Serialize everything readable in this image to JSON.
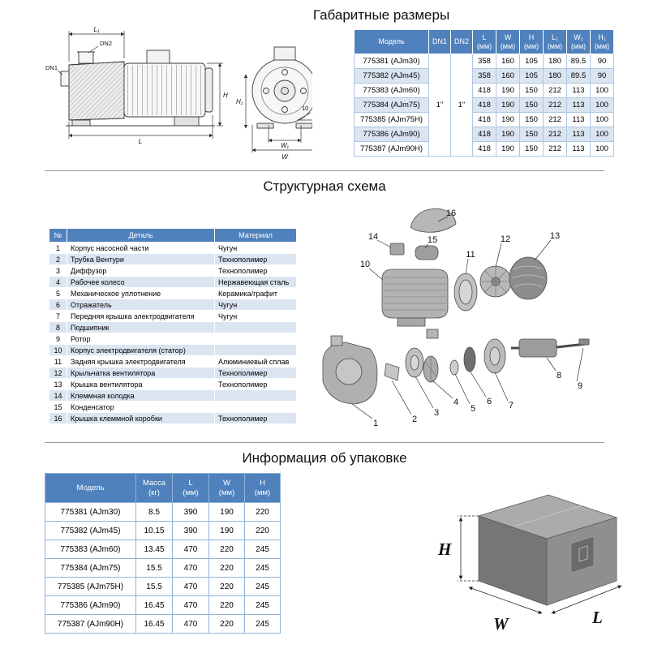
{
  "colors": {
    "header_bg": "#4f81bd",
    "row_alt": "#dbe5f1",
    "border": "#95b3d7"
  },
  "sections": {
    "dimensions": {
      "title": "Габаритные размеры",
      "drawing": {
        "l1": "L₁",
        "dn2": "DN2",
        "dn1": "DN1",
        "h": "H",
        "h1": "H₁",
        "l": "L",
        "w1": "W₁",
        "w": "W",
        "angle": "10"
      },
      "table": {
        "headers": {
          "model": "Модель",
          "dn1": "DN1",
          "dn2": "DN2",
          "l": "L\n(мм)",
          "w": "W\n(мм)",
          "h": "H\n(мм)",
          "l1": "L₁\n(мм)",
          "w1": "W₁\n(мм)",
          "h1": "H₁\n(мм)"
        },
        "rows": [
          {
            "model": "775381 (AJm30)",
            "dn1": "1\"",
            "dn2": "1\"",
            "l": "358",
            "w": "160",
            "h": "105",
            "l1": "180",
            "w1": "89.5",
            "h1": "90"
          },
          {
            "model": "775382 (AJm45)",
            "l": "358",
            "w": "160",
            "h": "105",
            "l1": "180",
            "w1": "89.5",
            "h1": "90"
          },
          {
            "model": "775383 (AJm60)",
            "l": "418",
            "w": "190",
            "h": "150",
            "l1": "212",
            "w1": "113",
            "h1": "100"
          },
          {
            "model": "775384 (AJm75)",
            "l": "418",
            "w": "190",
            "h": "150",
            "l1": "212",
            "w1": "113",
            "h1": "100"
          },
          {
            "model": "775385 (AJm75H)",
            "l": "418",
            "w": "190",
            "h": "150",
            "l1": "212",
            "w1": "113",
            "h1": "100"
          },
          {
            "model": "775386 (AJm90)",
            "l": "418",
            "w": "190",
            "h": "150",
            "l1": "212",
            "w1": "113",
            "h1": "100"
          },
          {
            "model": "775387 (AJm90H)",
            "l": "418",
            "w": "190",
            "h": "150",
            "l1": "212",
            "w1": "113",
            "h1": "100"
          }
        ]
      }
    },
    "structure": {
      "title": "Структурная схема",
      "table": {
        "headers": {
          "num": "№",
          "part": "Деталь",
          "material": "Материал"
        },
        "rows": [
          {
            "num": "1",
            "part": "Корпус насосной части",
            "material": "Чугун"
          },
          {
            "num": "2",
            "part": "Трубка Вентури",
            "material": "Технополимер"
          },
          {
            "num": "3",
            "part": "Диффузор",
            "material": "Технополимер"
          },
          {
            "num": "4",
            "part": "Рабочее колесо",
            "material": "Нержавеющая сталь"
          },
          {
            "num": "5",
            "part": "Механическое уплотнение",
            "material": "Керамика/графит"
          },
          {
            "num": "6",
            "part": "Отражатель",
            "material": "Чугун"
          },
          {
            "num": "7",
            "part": "Передняя крышка электродвигателя",
            "material": "Чугун"
          },
          {
            "num": "8",
            "part": "Подшипник",
            "material": ""
          },
          {
            "num": "9",
            "part": "Ротор",
            "material": ""
          },
          {
            "num": "10",
            "part": "Корпус электродвигателя (статор)",
            "material": ""
          },
          {
            "num": "11",
            "part": "Задняя крышка электродвигателя",
            "material": "Алюминиевый сплав"
          },
          {
            "num": "12",
            "part": "Крыльчатка вентилятора",
            "material": "Технополимер"
          },
          {
            "num": "13",
            "part": "Крышка вентилятора",
            "material": "Технополимер"
          },
          {
            "num": "14",
            "part": "Клеммная колодка",
            "material": ""
          },
          {
            "num": "15",
            "part": "Конденсатор",
            "material": ""
          },
          {
            "num": "16",
            "part": "Крышка клеммной коробки",
            "material": "Технополимер"
          }
        ]
      },
      "callouts": {
        "c1": "1",
        "c2": "2",
        "c3": "3",
        "c4": "4",
        "c5": "5",
        "c6": "6",
        "c7": "7",
        "c8": "8",
        "c9": "9",
        "c10": "10",
        "c11": "11",
        "c12": "12",
        "c13": "13",
        "c14": "14",
        "c15": "15",
        "c16": "16"
      }
    },
    "packaging": {
      "title": "Информация об упаковке",
      "table": {
        "headers": {
          "model": "Модель",
          "mass": "Масса\n(кг)",
          "l": "L\n(мм)",
          "w": "W\n(мм)",
          "h": "H\n(мм)"
        },
        "rows": [
          {
            "model": "775381 (AJm30)",
            "mass": "8.5",
            "l": "390",
            "w": "190",
            "h": "220"
          },
          {
            "model": "775382 (AJm45)",
            "mass": "10.15",
            "l": "390",
            "w": "190",
            "h": "220"
          },
          {
            "model": "775383 (AJm60)",
            "mass": "13.45",
            "l": "470",
            "w": "220",
            "h": "245"
          },
          {
            "model": "775384 (AJm75)",
            "mass": "15.5",
            "l": "470",
            "w": "220",
            "h": "245"
          },
          {
            "model": "775385 (AJm75H)",
            "mass": "15.5",
            "l": "470",
            "w": "220",
            "h": "245"
          },
          {
            "model": "775386 (AJm90)",
            "mass": "16.45",
            "l": "470",
            "w": "220",
            "h": "245"
          },
          {
            "model": "775387 (AJm90H)",
            "mass": "16.45",
            "l": "470",
            "w": "220",
            "h": "245"
          }
        ]
      },
      "box_labels": {
        "h": "H",
        "w": "W",
        "l": "L"
      }
    }
  }
}
